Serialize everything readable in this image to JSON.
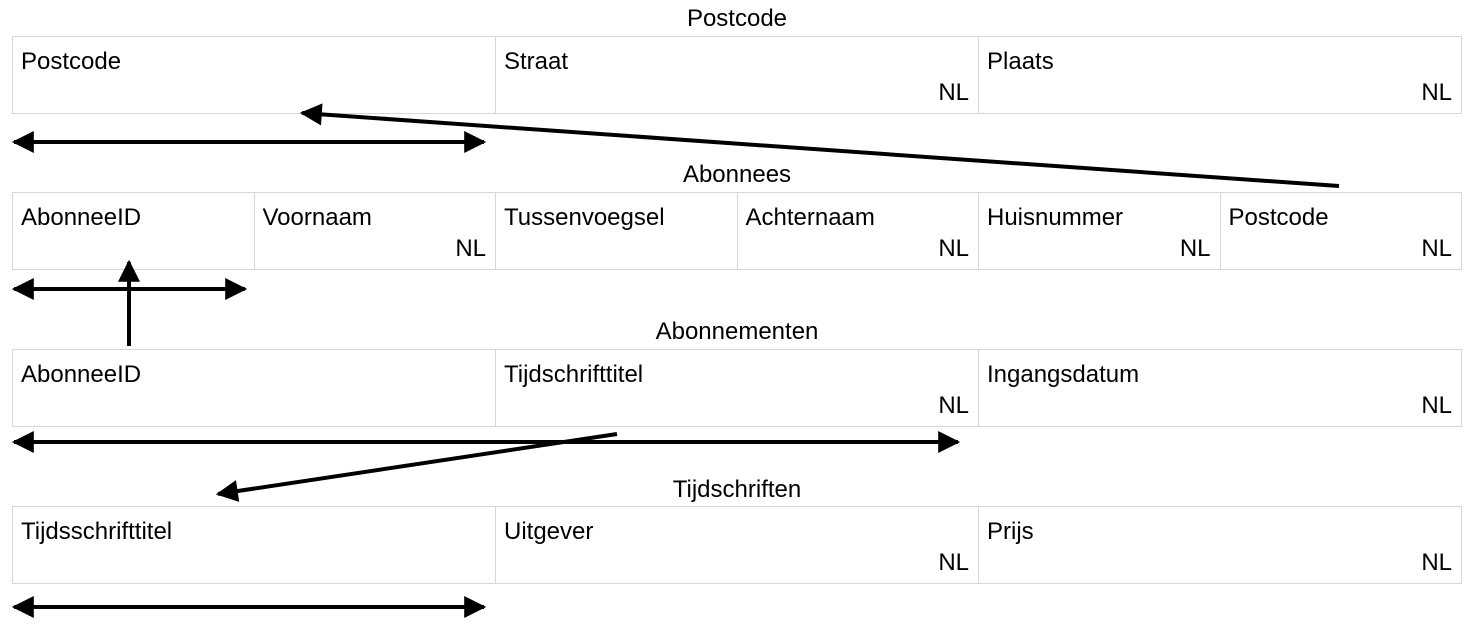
{
  "tables": {
    "postcode": {
      "title": "Postcode",
      "columns": [
        {
          "label": "Postcode",
          "flag": ""
        },
        {
          "label": "Straat",
          "flag": "NL"
        },
        {
          "label": "Plaats",
          "flag": "NL"
        }
      ]
    },
    "abonnees": {
      "title": "Abonnees",
      "columns": [
        {
          "label": "AbonneeID",
          "flag": ""
        },
        {
          "label": "Voornaam",
          "flag": "NL"
        },
        {
          "label": "Tussenvoegsel",
          "flag": ""
        },
        {
          "label": "Achternaam",
          "flag": "NL"
        },
        {
          "label": "Huisnummer",
          "flag": "NL"
        },
        {
          "label": "Postcode",
          "flag": "NL"
        }
      ]
    },
    "abonnementen": {
      "title": "Abonnementen",
      "columns": [
        {
          "label": "AbonneeID",
          "flag": ""
        },
        {
          "label": "Tijdschrifttitel",
          "flag": "NL"
        },
        {
          "label": "Ingangsdatum",
          "flag": "NL"
        }
      ]
    },
    "tijdschriften": {
      "title": "Tijdschriften",
      "columns": [
        {
          "label": "Tijdsschrifttitel",
          "flag": ""
        },
        {
          "label": "Uitgever",
          "flag": "NL"
        },
        {
          "label": "Prijs",
          "flag": "NL"
        }
      ]
    }
  }
}
